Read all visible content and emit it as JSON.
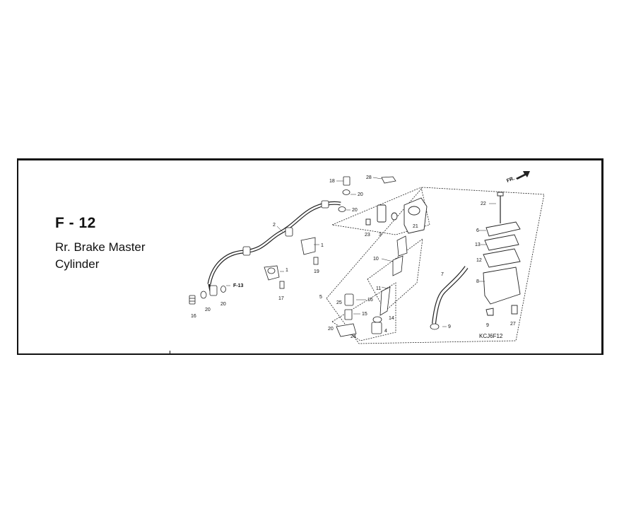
{
  "section": {
    "code": "F - 12",
    "title_line1": "Rr. Brake Master",
    "title_line2": "Cylinder"
  },
  "diagram": {
    "ref_code": "KCJ6F12",
    "front_marker": "FR.",
    "cross_ref": "F-13",
    "callouts": [
      "1",
      "2",
      "3",
      "4",
      "5",
      "6",
      "7",
      "8",
      "9",
      "10",
      "11",
      "12",
      "13",
      "14",
      "15",
      "16",
      "17",
      "18",
      "19",
      "20",
      "21",
      "22",
      "23",
      "24",
      "25",
      "27",
      "28"
    ]
  }
}
